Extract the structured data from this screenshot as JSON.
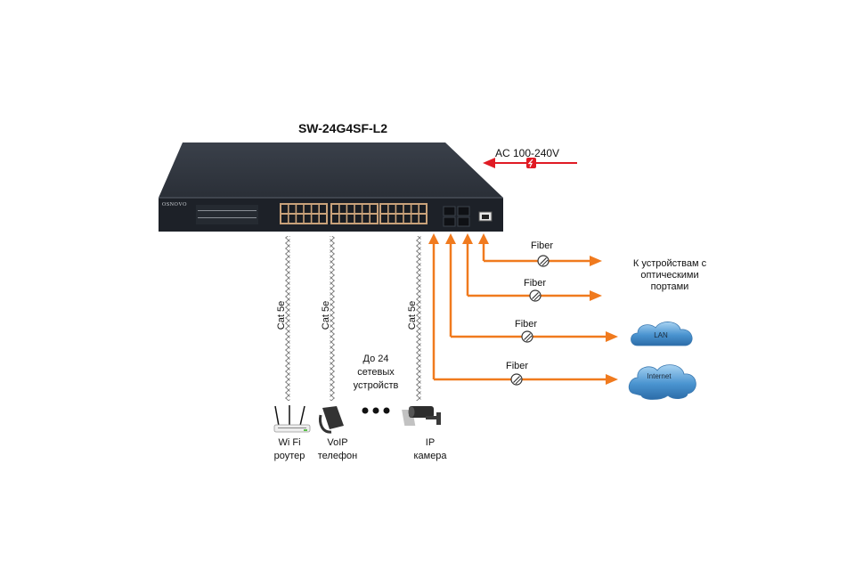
{
  "switch": {
    "model": "SW-24G4SF-L2",
    "brand": "OSNOVO"
  },
  "power": {
    "label": "AC 100-240V"
  },
  "copper_links": [
    {
      "cable_label": "Cat 5e",
      "device_line1": "Wi Fi",
      "device_line2": "роутер",
      "icon": "wifi-router-icon"
    },
    {
      "cable_label": "Cat 5e",
      "device_line1": "VoIP",
      "device_line2": "телефон",
      "icon": "voip-phone-icon"
    },
    {
      "cable_label": "Cat 5e",
      "device_line1": "IP",
      "device_line2": "камера",
      "icon": "ip-camera-icon"
    }
  ],
  "more_devices": {
    "line1": "До 24",
    "line2": "сетевых",
    "line3": "устройств"
  },
  "fiber_links": [
    {
      "label": "Fiber",
      "target": "optical"
    },
    {
      "label": "Fiber",
      "target": "optical"
    },
    {
      "label": "Fiber",
      "target": "LAN"
    },
    {
      "label": "Fiber",
      "target": "Internet"
    }
  ],
  "optical_destination": {
    "line1": "К устройствам с",
    "line2": "оптическими",
    "line3": "портами"
  },
  "clouds": {
    "lan": "LAN",
    "internet": "Internet"
  },
  "colors": {
    "fiber": "#f07a1e",
    "power": "#e01b24",
    "cloud": "#3f86c4",
    "switch_body": "#262b33"
  }
}
